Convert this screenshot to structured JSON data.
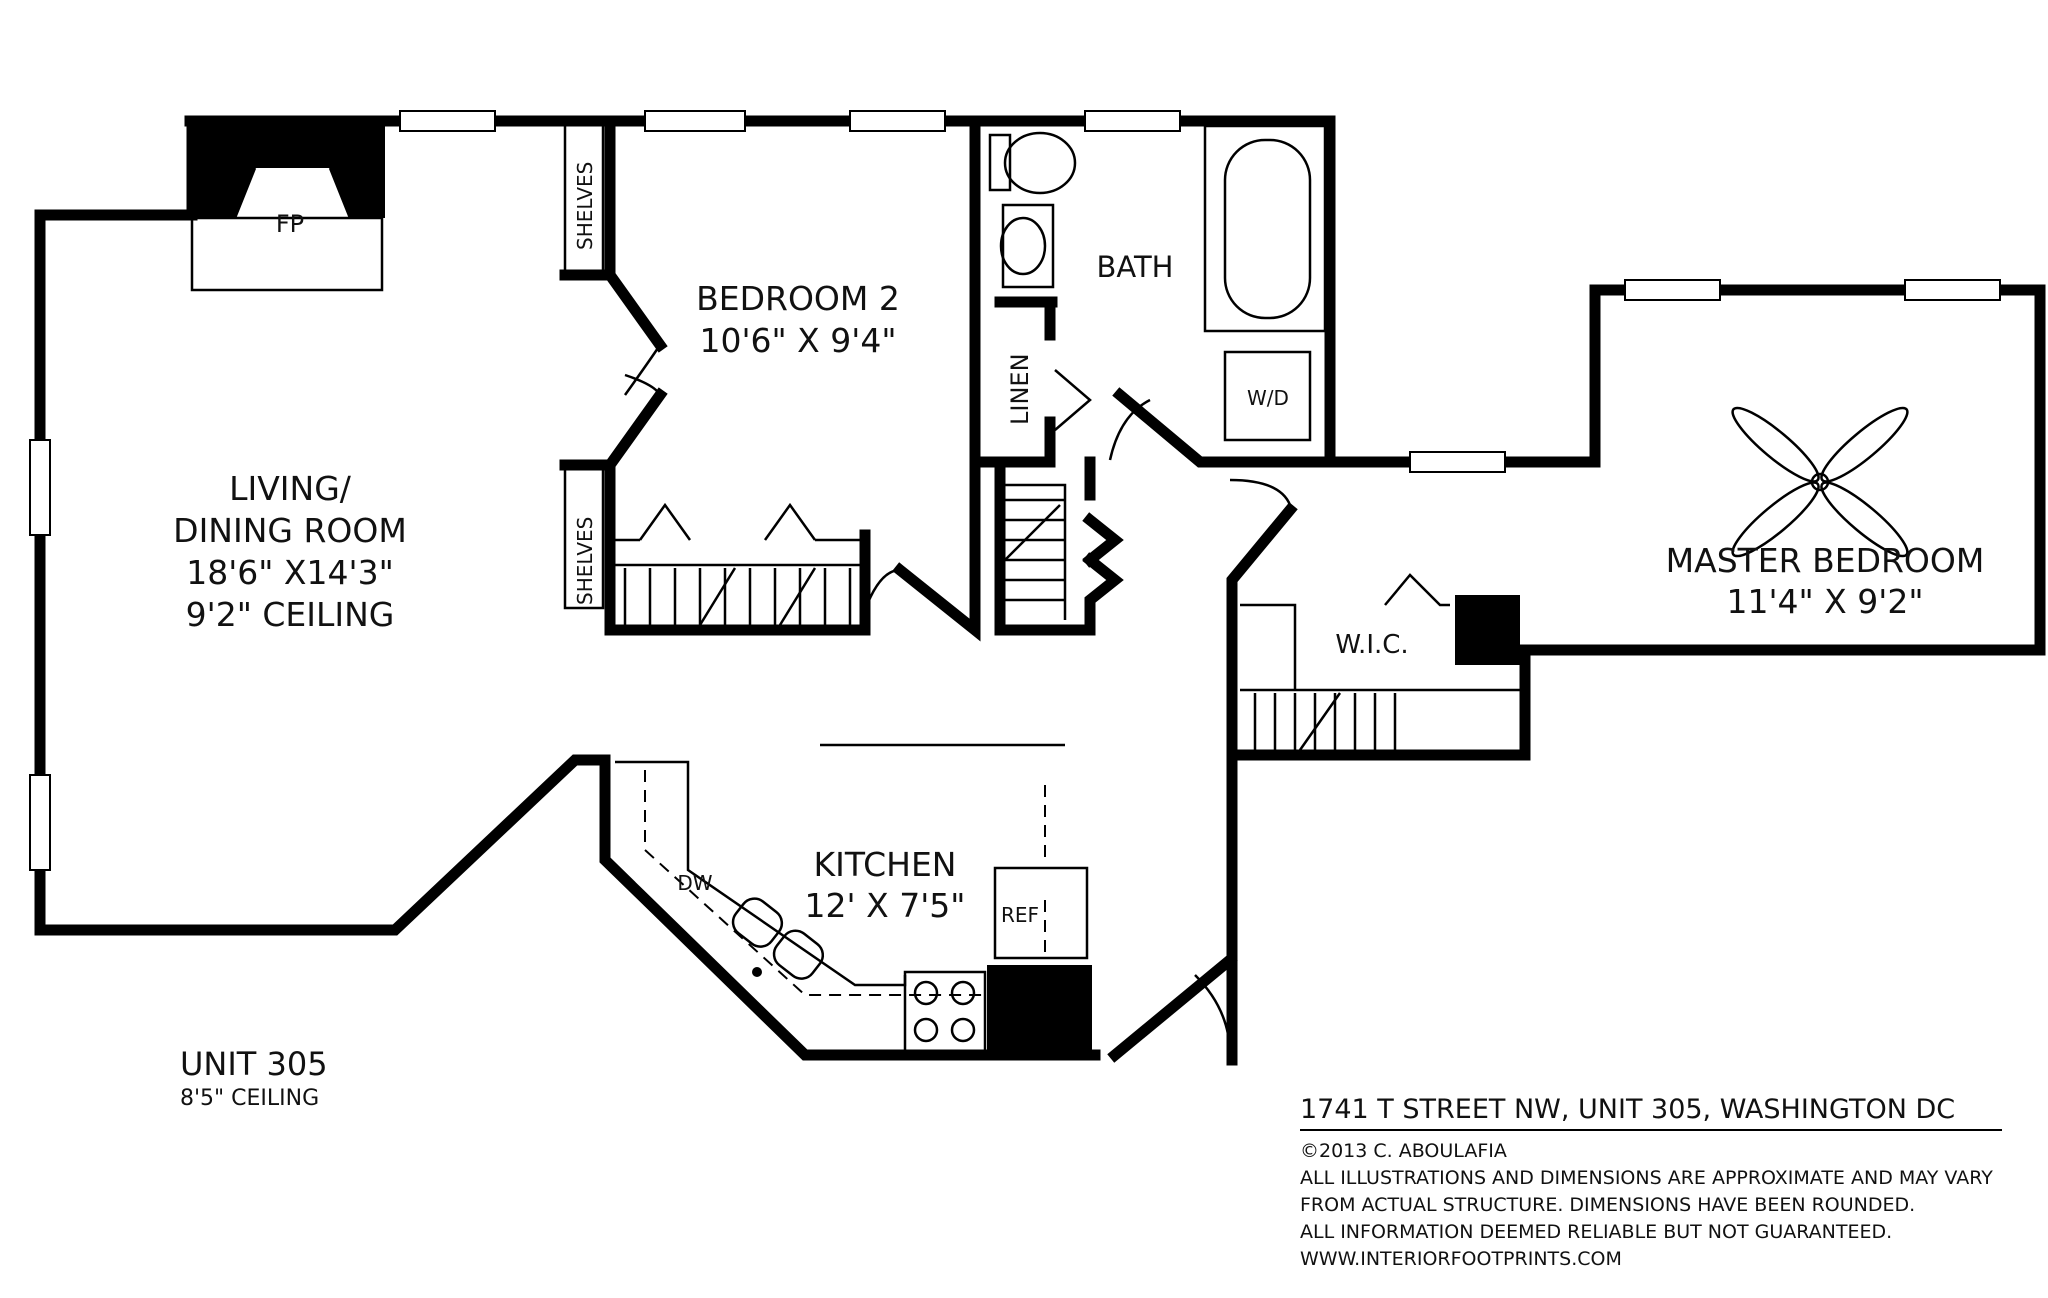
{
  "rooms": {
    "fireplace": "FP",
    "bedroom2": {
      "name": "BEDROOM 2",
      "dims": "10'6\" X 9'4\""
    },
    "bath": "BATH",
    "washer_dryer": "W/D",
    "linen": "LINEN",
    "shelves_top": "SHELVES",
    "shelves_bottom": "SHELVES",
    "living": {
      "line1": "LIVING/",
      "line2": "DINING ROOM",
      "dims": "18'6\" X14'3\"",
      "ceiling": "9'2\" CEILING"
    },
    "master": {
      "name": "MASTER BEDROOM",
      "dims": "11'4\" X 9'2\""
    },
    "wic": "W.I.C.",
    "kitchen": {
      "name": "KITCHEN",
      "dims": "12' X 7'5\""
    },
    "dishwasher": "DW",
    "refrigerator": "REF"
  },
  "unit": {
    "name": "UNIT 305",
    "ceiling": "8'5\" CEILING"
  },
  "footer": {
    "address": "1741 T STREET NW, UNIT 305, WASHINGTON DC",
    "copyright": "©2013 C. ABOULAFIA",
    "disclaimer1": "ALL ILLUSTRATIONS AND DIMENSIONS ARE APPROXIMATE AND MAY VARY",
    "disclaimer2": "FROM ACTUAL STRUCTURE. DIMENSIONS HAVE BEEN ROUNDED.",
    "disclaimer3": "ALL INFORMATION DEEMED RELIABLE BUT NOT GUARANTEED.",
    "website": "WWW.INTERIORFOOTPRINTS.COM"
  }
}
